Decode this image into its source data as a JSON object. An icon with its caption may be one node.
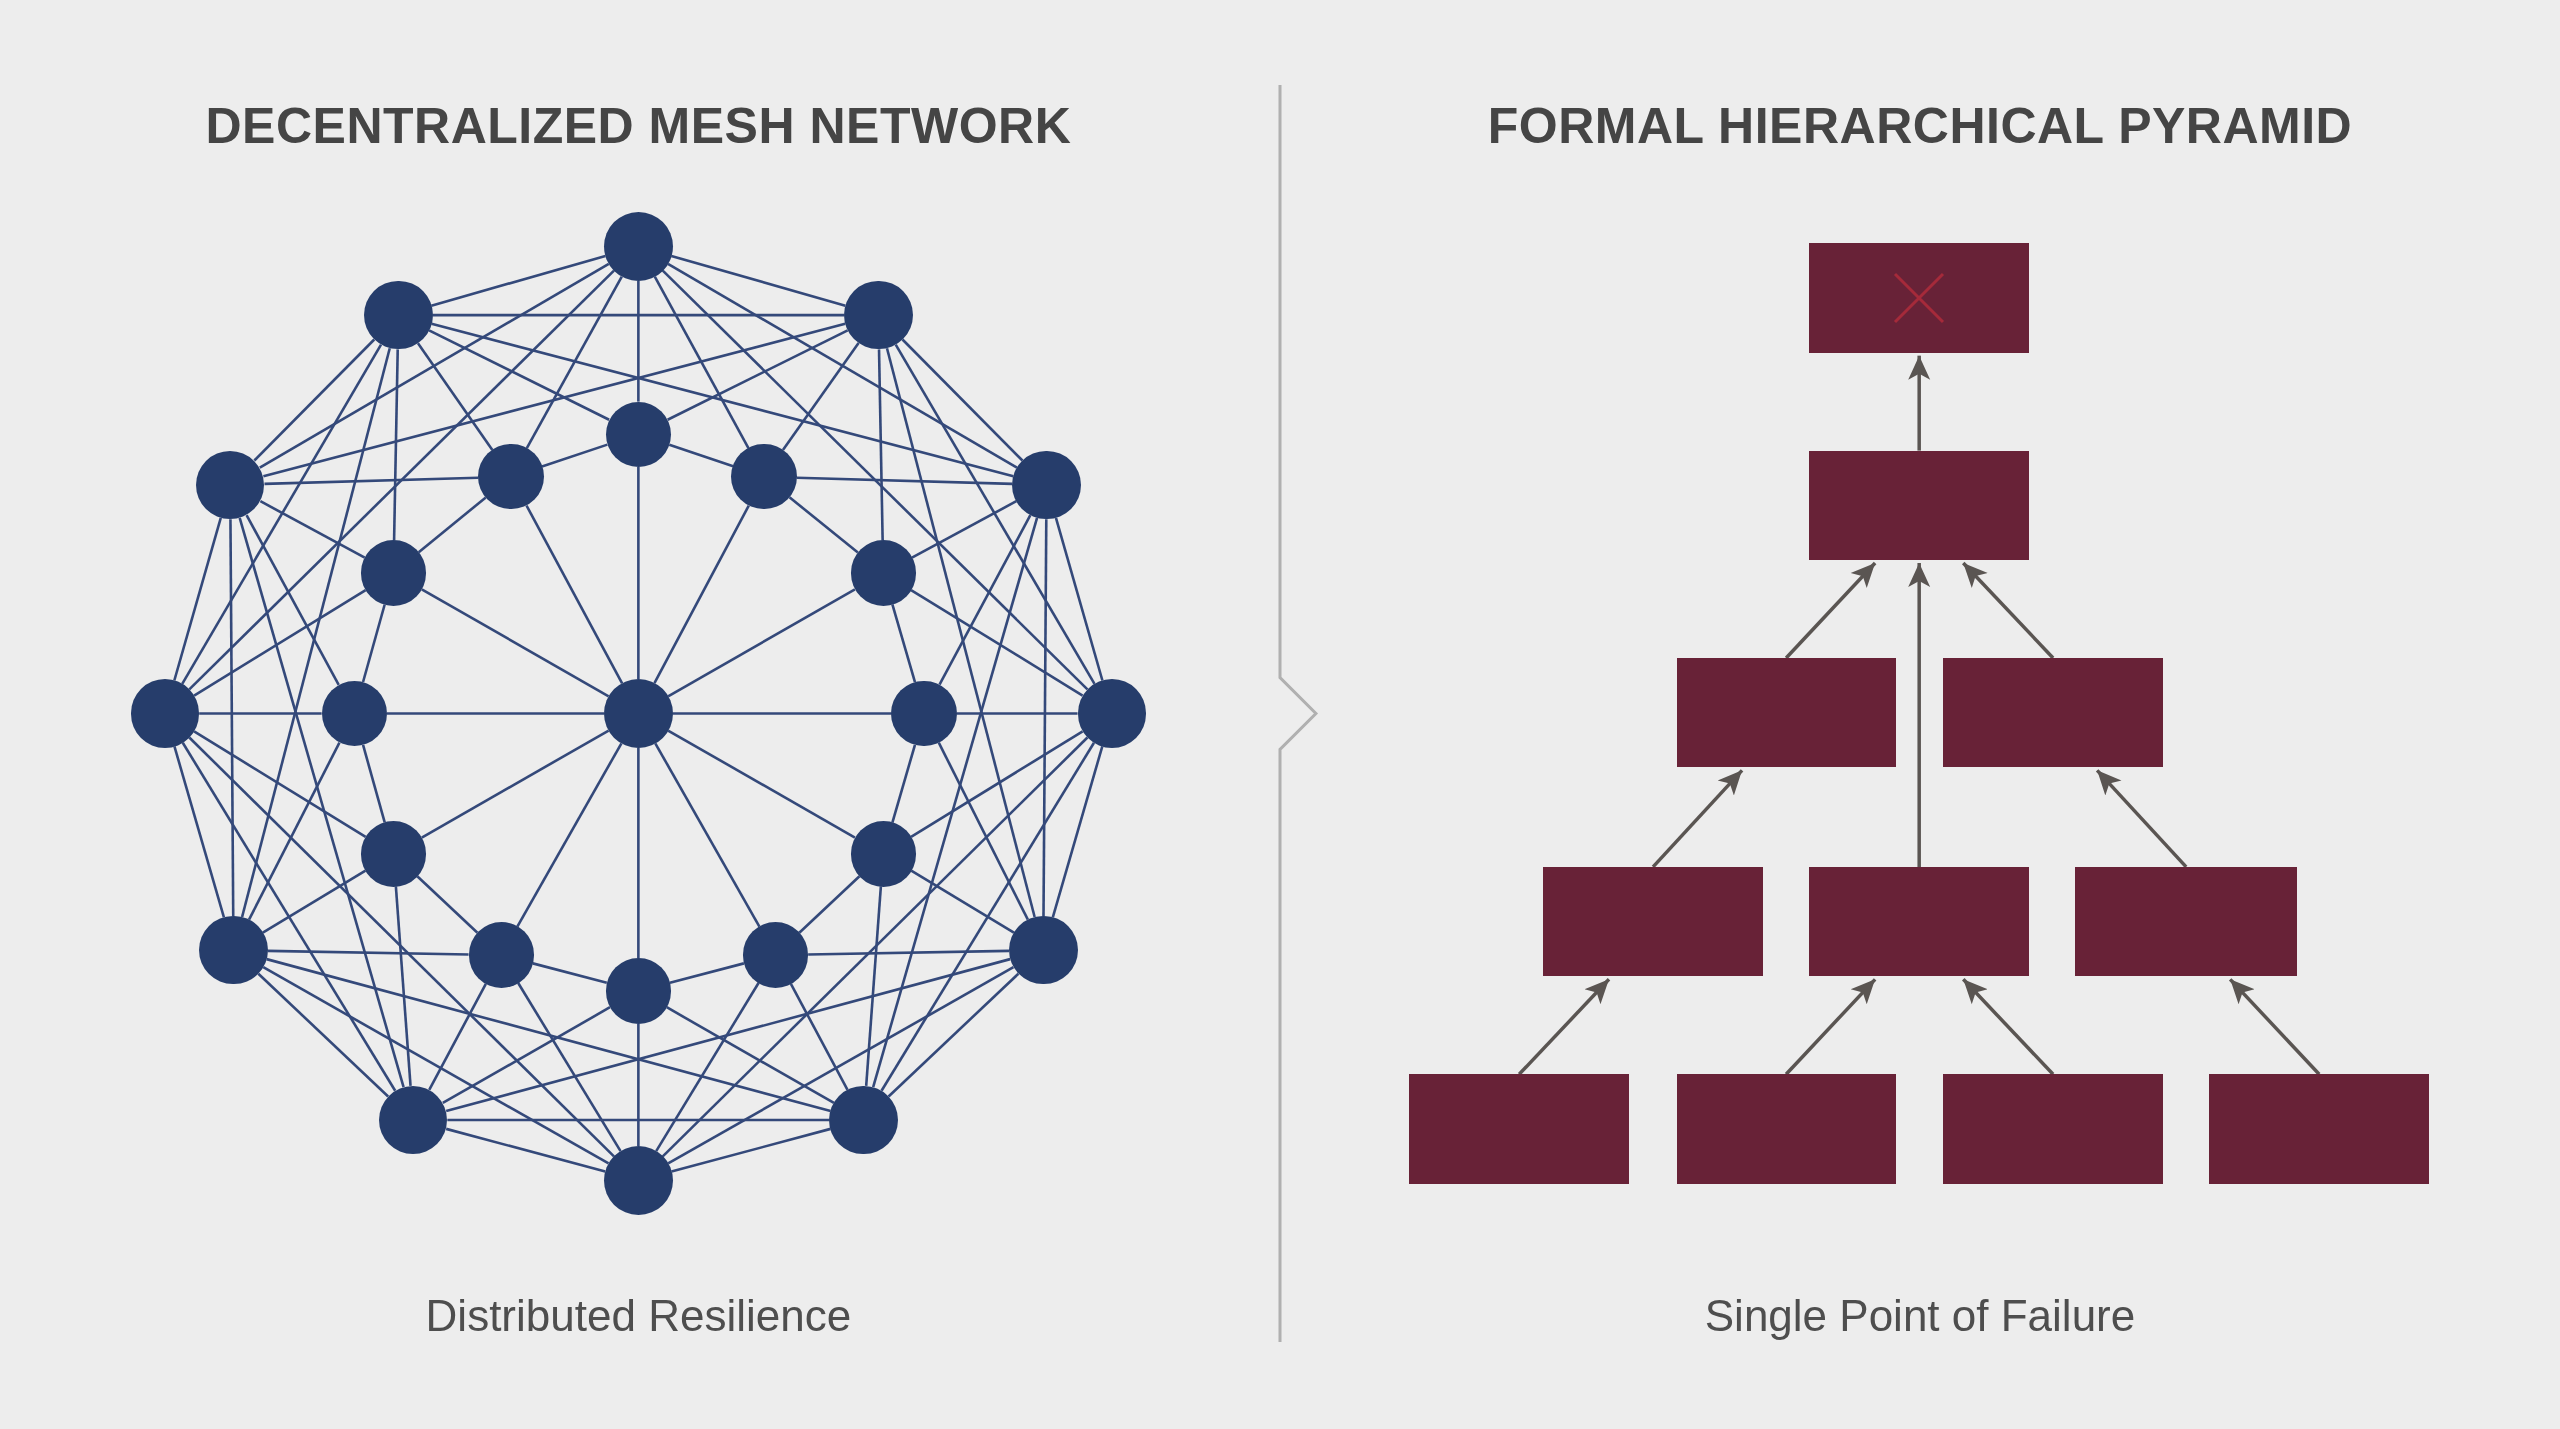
{
  "diagram": {
    "nodes": [
      {
        "text": [],
        "shape": "circle"
      },
      {
        "text": [],
        "shape": "circle"
      },
      {
        "text": [],
        "shape": "circle"
      },
      {
        "text": [],
        "shape": "circle"
      },
      {
        "text": [],
        "shape": "circle"
      },
      {
        "text": [],
        "shape": "circle"
      },
      {
        "text": [],
        "shape": "circle"
      },
      {
        "text": [],
        "shape": "circle"
      },
      {
        "text": [],
        "shape": "circle"
      },
      {
        "text": [],
        "shape": "circle"
      },
      {
        "text": [],
        "shape": "circle"
      },
      {
        "text": [],
        "shape": "circle"
      },
      {
        "text": [],
        "shape": "circle"
      },
      {
        "text": [],
        "shape": "circle"
      },
      {
        "text": [],
        "shape": "circle"
      },
      {
        "text": [],
        "shape": "circle"
      },
      {
        "text": [],
        "shape": "circle"
      },
      {
        "text": [],
        "shape": "circle"
      },
      {
        "text": [],
        "shape": "circle"
      },
      {
        "text": [],
        "shape": "circle"
      },
      {
        "text": [],
        "shape": "circle"
      },
      {
        "text": [],
        "shape": "circle"
      },
      {
        "text": [],
        "shape": "circle"
      },
      {
        "text": [],
        "shape": "circle"
      },
      {
        "text": [],
        "shape": "circle"
      },
      {
        "text": [],
        "shape": "box"
      },
      {
        "text": [],
        "shape": "box"
      },
      {
        "text": [],
        "shape": "box"
      },
      {
        "text": [],
        "shape": "box"
      },
      {
        "text": [],
        "shape": "box"
      },
      {
        "text": [],
        "shape": "box"
      },
      {
        "text": [],
        "shape": "box"
      },
      {
        "text": [],
        "shape": "box"
      },
      {
        "text": [],
        "shape": "box"
      },
      {
        "text": [],
        "shape": "box"
      },
      {
        "text": [],
        "shape": "box"
      }
    ],
    "edges": [
      {
        "from": 0,
        "to": 1,
        "arrow": "none"
      },
      {
        "from": 1,
        "to": 2,
        "arrow": "none"
      },
      {
        "from": 2,
        "to": 3,
        "arrow": "none"
      },
      {
        "from": 3,
        "to": 4,
        "arrow": "none"
      },
      {
        "from": 4,
        "to": 5,
        "arrow": "none"
      },
      {
        "from": 5,
        "to": 6,
        "arrow": "none"
      },
      {
        "from": 6,
        "to": 7,
        "arrow": "none"
      },
      {
        "from": 7,
        "to": 8,
        "arrow": "none"
      },
      {
        "from": 8,
        "to": 9,
        "arrow": "none"
      },
      {
        "from": 9,
        "to": 10,
        "arrow": "none"
      },
      {
        "from": 10,
        "to": 11,
        "arrow": "none"
      },
      {
        "from": 11,
        "to": 0,
        "arrow": "none"
      },
      {
        "from": 0,
        "to": 2,
        "arrow": "none"
      },
      {
        "from": 1,
        "to": 3,
        "arrow": "none"
      },
      {
        "from": 2,
        "to": 4,
        "arrow": "none"
      },
      {
        "from": 3,
        "to": 5,
        "arrow": "none"
      },
      {
        "from": 4,
        "to": 6,
        "arrow": "none"
      },
      {
        "from": 5,
        "to": 7,
        "arrow": "none"
      },
      {
        "from": 6,
        "to": 8,
        "arrow": "none"
      },
      {
        "from": 7,
        "to": 9,
        "arrow": "none"
      },
      {
        "from": 8,
        "to": 10,
        "arrow": "none"
      },
      {
        "from": 9,
        "to": 11,
        "arrow": "none"
      },
      {
        "from": 10,
        "to": 0,
        "arrow": "none"
      },
      {
        "from": 11,
        "to": 1,
        "arrow": "none"
      },
      {
        "from": 0,
        "to": 3,
        "arrow": "none"
      },
      {
        "from": 1,
        "to": 4,
        "arrow": "none"
      },
      {
        "from": 2,
        "to": 5,
        "arrow": "none"
      },
      {
        "from": 3,
        "to": 6,
        "arrow": "none"
      },
      {
        "from": 4,
        "to": 7,
        "arrow": "none"
      },
      {
        "from": 5,
        "to": 8,
        "arrow": "none"
      },
      {
        "from": 6,
        "to": 9,
        "arrow": "none"
      },
      {
        "from": 7,
        "to": 10,
        "arrow": "none"
      },
      {
        "from": 8,
        "to": 11,
        "arrow": "none"
      },
      {
        "from": 9,
        "to": 0,
        "arrow": "none"
      },
      {
        "from": 10,
        "to": 1,
        "arrow": "none"
      },
      {
        "from": 11,
        "to": 2,
        "arrow": "none"
      },
      {
        "from": 0,
        "to": 12,
        "arrow": "none"
      },
      {
        "from": 0,
        "to": 13,
        "arrow": "none"
      },
      {
        "from": 0,
        "to": 23,
        "arrow": "none"
      },
      {
        "from": 1,
        "to": 13,
        "arrow": "none"
      },
      {
        "from": 1,
        "to": 14,
        "arrow": "none"
      },
      {
        "from": 1,
        "to": 12,
        "arrow": "none"
      },
      {
        "from": 2,
        "to": 14,
        "arrow": "none"
      },
      {
        "from": 2,
        "to": 15,
        "arrow": "none"
      },
      {
        "from": 2,
        "to": 13,
        "arrow": "none"
      },
      {
        "from": 3,
        "to": 15,
        "arrow": "none"
      },
      {
        "from": 3,
        "to": 16,
        "arrow": "none"
      },
      {
        "from": 3,
        "to": 14,
        "arrow": "none"
      },
      {
        "from": 4,
        "to": 16,
        "arrow": "none"
      },
      {
        "from": 4,
        "to": 17,
        "arrow": "none"
      },
      {
        "from": 4,
        "to": 15,
        "arrow": "none"
      },
      {
        "from": 5,
        "to": 17,
        "arrow": "none"
      },
      {
        "from": 5,
        "to": 18,
        "arrow": "none"
      },
      {
        "from": 5,
        "to": 16,
        "arrow": "none"
      },
      {
        "from": 6,
        "to": 18,
        "arrow": "none"
      },
      {
        "from": 6,
        "to": 19,
        "arrow": "none"
      },
      {
        "from": 6,
        "to": 17,
        "arrow": "none"
      },
      {
        "from": 7,
        "to": 19,
        "arrow": "none"
      },
      {
        "from": 7,
        "to": 20,
        "arrow": "none"
      },
      {
        "from": 7,
        "to": 18,
        "arrow": "none"
      },
      {
        "from": 8,
        "to": 20,
        "arrow": "none"
      },
      {
        "from": 8,
        "to": 21,
        "arrow": "none"
      },
      {
        "from": 8,
        "to": 19,
        "arrow": "none"
      },
      {
        "from": 9,
        "to": 21,
        "arrow": "none"
      },
      {
        "from": 9,
        "to": 22,
        "arrow": "none"
      },
      {
        "from": 9,
        "to": 20,
        "arrow": "none"
      },
      {
        "from": 10,
        "to": 22,
        "arrow": "none"
      },
      {
        "from": 10,
        "to": 23,
        "arrow": "none"
      },
      {
        "from": 10,
        "to": 21,
        "arrow": "none"
      },
      {
        "from": 11,
        "to": 23,
        "arrow": "none"
      },
      {
        "from": 11,
        "to": 12,
        "arrow": "none"
      },
      {
        "from": 11,
        "to": 22,
        "arrow": "none"
      },
      {
        "from": 12,
        "to": 13,
        "arrow": "none"
      },
      {
        "from": 13,
        "to": 14,
        "arrow": "none"
      },
      {
        "from": 14,
        "to": 15,
        "arrow": "none"
      },
      {
        "from": 15,
        "to": 16,
        "arrow": "none"
      },
      {
        "from": 16,
        "to": 17,
        "arrow": "none"
      },
      {
        "from": 17,
        "to": 18,
        "arrow": "none"
      },
      {
        "from": 18,
        "to": 19,
        "arrow": "none"
      },
      {
        "from": 19,
        "to": 20,
        "arrow": "none"
      },
      {
        "from": 20,
        "to": 21,
        "arrow": "none"
      },
      {
        "from": 21,
        "to": 22,
        "arrow": "none"
      },
      {
        "from": 22,
        "to": 23,
        "arrow": "none"
      },
      {
        "from": 23,
        "to": 12,
        "arrow": "none"
      },
      {
        "from": 24,
        "to": 12,
        "arrow": "none"
      },
      {
        "from": 24,
        "to": 13,
        "arrow": "none"
      },
      {
        "from": 24,
        "to": 14,
        "arrow": "none"
      },
      {
        "from": 24,
        "to": 15,
        "arrow": "none"
      },
      {
        "from": 24,
        "to": 16,
        "arrow": "none"
      },
      {
        "from": 24,
        "to": 17,
        "arrow": "none"
      },
      {
        "from": 24,
        "to": 18,
        "arrow": "none"
      },
      {
        "from": 24,
        "to": 19,
        "arrow": "none"
      },
      {
        "from": 24,
        "to": 20,
        "arrow": "none"
      },
      {
        "from": 24,
        "to": 21,
        "arrow": "none"
      },
      {
        "from": 24,
        "to": 22,
        "arrow": "none"
      },
      {
        "from": 24,
        "to": 23,
        "arrow": "none"
      },
      {
        "from": 32,
        "to": 29,
        "arrow": "to",
        "color": "#5a5552"
      },
      {
        "from": 33,
        "to": 30,
        "arrow": "to",
        "color": "#5a5552"
      },
      {
        "from": 34,
        "to": 30,
        "arrow": "to",
        "color": "#5a5552"
      },
      {
        "from": 35,
        "to": 31,
        "arrow": "to",
        "color": "#5a5552"
      },
      {
        "from": 29,
        "to": 27,
        "arrow": "to",
        "color": "#5a5552"
      },
      {
        "from": 31,
        "to": 28,
        "arrow": "to",
        "color": "#5a5552"
      },
      {
        "from": 30,
        "to": 26,
        "arrow": "to",
        "color": "#5a5552"
      },
      {
        "from": 27,
        "to": 26,
        "arrow": "to",
        "color": "#5a5552"
      },
      {
        "from": 28,
        "to": 26,
        "arrow": "to",
        "color": "#5a5552"
      },
      {
        "from": 26,
        "to": 25,
        "arrow": "to",
        "color": "#5a5552"
      }
    ],
    "labels": [
      "DECENTRALIZED MESH NETWORK",
      "FORMAL HIERARCHICAL PYRAMID",
      "Distributed Resilience",
      "Single Point of Failure"
    ]
  }
}
